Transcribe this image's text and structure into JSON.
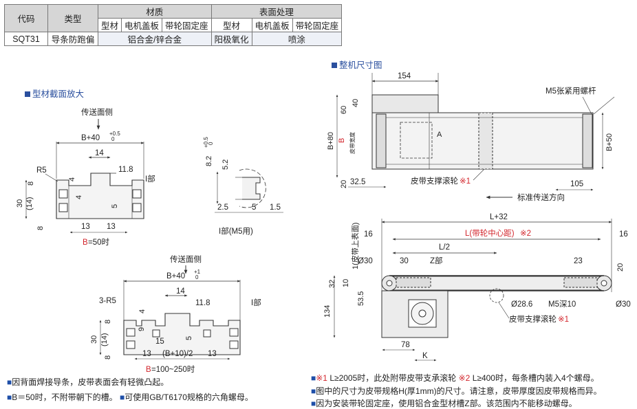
{
  "spec_table": {
    "header": {
      "code": "代码",
      "type": "类型",
      "material": "材质",
      "surface": "表面处理"
    },
    "sub": {
      "profile": "型材",
      "motor_cover": "电机盖板",
      "pulley_mount": "带轮固定座",
      "s_profile": "型材",
      "s_motor_cover": "电机盖板",
      "s_pulley_mount": "带轮固定座"
    },
    "row": {
      "code": "SQT31",
      "type": "导条防跑偏",
      "material": "铝合金/锌合金",
      "surface_profile": "阳极氧化",
      "surface_other": "喷涂"
    }
  },
  "profile_section": {
    "title": "型材截面放大",
    "top": {
      "direction": "传送面侧",
      "width": "B+40",
      "tol_up": "+0.5",
      "tol_dn": "0",
      "dims": [
        "14",
        "11.8",
        "R5",
        "I部",
        "8",
        "30",
        "(14)",
        "4",
        "4",
        "5",
        "8",
        "13",
        "13"
      ],
      "caption_b": "B",
      "caption_rest": "=50时"
    },
    "bottom": {
      "direction": "传送面侧",
      "width": "B+40",
      "tol_up": "+1",
      "tol_dn": "0",
      "dims": [
        "3-R5",
        "14",
        "11.8",
        "I部",
        "4",
        "8",
        "30",
        "(14)",
        "9",
        "15",
        "5",
        "8",
        "13",
        "(B+10)/2",
        "13"
      ],
      "caption_b": "B",
      "caption_rest": "=100~250时"
    },
    "detail": {
      "dims": [
        "8.2",
        "+0.5",
        "0",
        "5.2",
        "2.5",
        "5",
        "1.5"
      ],
      "label": "I部(M5用)"
    }
  },
  "overall": {
    "title": "整机尺寸图",
    "plan": {
      "dims": [
        "154",
        "60",
        "40",
        "A",
        "B+80",
        "B",
        "皮带宽度",
        "20",
        "32.5",
        "105",
        "B+50"
      ],
      "labels": [
        "M5张紧用螺杆",
        "皮带支撑滚轮",
        "※1",
        "标准传送方向"
      ]
    },
    "side": {
      "dims": [
        "L+32",
        "16",
        "16",
        "L(带轮中心距)",
        "※2",
        "L/2",
        "1(皮带上表面)",
        "Ø30",
        "30",
        "Z部",
        "23",
        "20",
        "32",
        "10",
        "53.5",
        "134",
        "Ø28.6",
        "M5深10",
        "Ø30",
        "78",
        "K"
      ],
      "labels": [
        "皮带支撑滚轮",
        "※1"
      ]
    }
  },
  "notes_left": [
    {
      "text": "因背面焊接导条，皮带表面会有轻微凸起。"
    },
    {
      "text": "B＝50时，不附带朝下的槽。",
      "text2": "可使用GB/T6170规格的六角螺母。"
    }
  ],
  "notes_right": [
    {
      "r1": "※1",
      "t1": " L≥2005时，此处附带皮带支承滚轮",
      "r2": "※2",
      "t2": " L≥400时，每条槽内装入4个螺母。"
    },
    {
      "t1": "图中的尺寸为皮带规格H(厚1mm)的尺寸。请注意，皮带厚度因皮带规格而异。"
    },
    {
      "t1": "因为安装带轮固定座，使用铝合金型材槽Z部。该范围内不能移动螺母。"
    }
  ],
  "colors": {
    "accent_blue": "#2a4f9e",
    "note_red": "#d2232a",
    "table_header": "#d6d6d6"
  }
}
